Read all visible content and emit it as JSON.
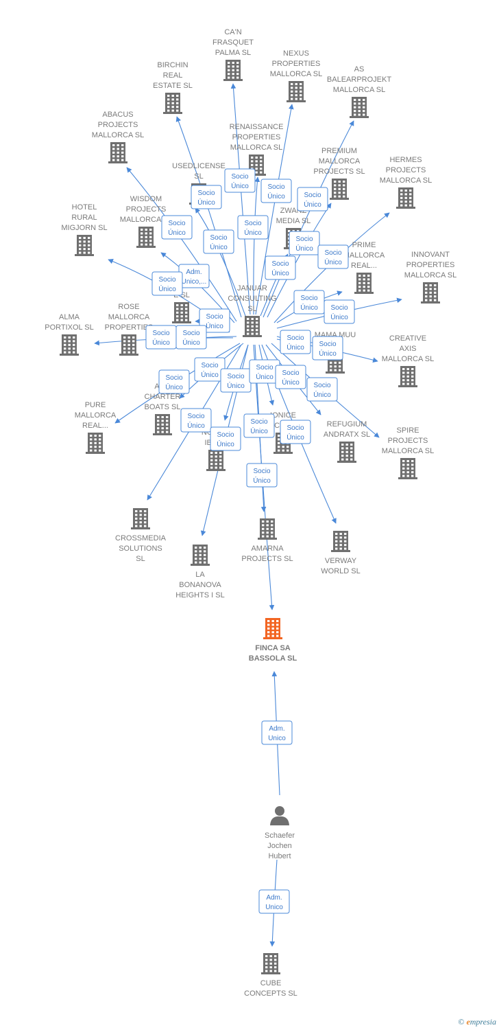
{
  "colors": {
    "edge": "#4a88d8",
    "node": "#6f6f6f",
    "focus": "#f26522",
    "label": "#7a7a7a"
  },
  "nodes": [
    {
      "id": "januar",
      "type": "company",
      "icon": "building-icon",
      "label": [
        "JANUAR",
        "CONSULTING",
        "SL"
      ]
    },
    {
      "id": "finca",
      "type": "company",
      "focus": true,
      "icon": "building-icon",
      "label": [
        "FINCA SA",
        "BASSOLA  SL"
      ]
    },
    {
      "id": "schaefer",
      "type": "person",
      "icon": "person-icon",
      "label": [
        "Schaefer",
        "Jochen",
        "Hubert"
      ]
    },
    {
      "id": "cube",
      "type": "company",
      "icon": "building-icon",
      "label": [
        "CUBE",
        "CONCEPTS  SL"
      ]
    },
    {
      "id": "canfrasquet",
      "type": "company",
      "icon": "building-icon",
      "label": [
        "CA'N",
        "FRASQUET",
        "PALMA  SL"
      ]
    },
    {
      "id": "nexus",
      "type": "company",
      "icon": "building-icon",
      "label": [
        "NEXUS",
        "PROPERTIES",
        "MALLORCA  SL"
      ]
    },
    {
      "id": "birchin",
      "type": "company",
      "icon": "building-icon",
      "label": [
        "BIRCHIN",
        "REAL",
        "ESTATE  SL"
      ]
    },
    {
      "id": "asbalear",
      "type": "company",
      "icon": "building-icon",
      "label": [
        "AS",
        "BALEARPROJEKT",
        "MALLORCA  SL"
      ]
    },
    {
      "id": "abacus",
      "type": "company",
      "icon": "building-icon",
      "label": [
        "ABACUS",
        "PROJECTS",
        "MALLORCA  SL"
      ]
    },
    {
      "id": "renaissance",
      "type": "company",
      "icon": "building-icon",
      "label": [
        "RENAISSANCE",
        "PROPERTIES",
        "MALLORCA  SL"
      ]
    },
    {
      "id": "premium",
      "type": "company",
      "icon": "building-icon",
      "label": [
        "PREMIUM",
        "MALLORCA",
        "PROJECTS  SL"
      ]
    },
    {
      "id": "hermes",
      "type": "company",
      "icon": "building-icon",
      "label": [
        "HERMES",
        "PROJECTS",
        "MALLORCA  SL"
      ]
    },
    {
      "id": "usedlicense",
      "type": "company",
      "icon": "building-icon",
      "label": [
        "USEDLICENSE",
        "SL"
      ]
    },
    {
      "id": "zwanz",
      "type": "company",
      "icon": "building-icon",
      "label": [
        "ZWANZ",
        "MEDIA  SL"
      ]
    },
    {
      "id": "wisdom",
      "type": "company",
      "icon": "building-icon",
      "label": [
        "WISDOM",
        "PROJECTS",
        "MALLORCA  SL"
      ]
    },
    {
      "id": "hotelrural",
      "type": "company",
      "icon": "building-icon",
      "label": [
        "HOTEL",
        "RURAL",
        "MIGJORN  SL"
      ]
    },
    {
      "id": "prime",
      "type": "company",
      "icon": "building-icon",
      "label": [
        "PRIME",
        "MALLORCA",
        "REAL..."
      ]
    },
    {
      "id": "innovant",
      "type": "company",
      "icon": "building-icon",
      "label": [
        "INNOVANT",
        "PROPERTIES",
        "MALLORCA  SL"
      ]
    },
    {
      "id": "e_sl",
      "type": "company",
      "icon": "building-icon",
      "label": [
        "E  SL"
      ]
    },
    {
      "id": "rose",
      "type": "company",
      "icon": "building-icon",
      "label": [
        "ROSE",
        "MALLORCA",
        "PROPERTIES"
      ]
    },
    {
      "id": "alma",
      "type": "company",
      "icon": "building-icon",
      "label": [
        "ALMA",
        "PORTIXOL  SL"
      ]
    },
    {
      "id": "mamamuu",
      "type": "company",
      "icon": "building-icon",
      "label": [
        "MAMA MUU",
        "SL"
      ]
    },
    {
      "id": "creative",
      "type": "company",
      "icon": "building-icon",
      "label": [
        "CREATIVE",
        "AXIS",
        "MALLORCA  SL"
      ]
    },
    {
      "id": "charter",
      "type": "company",
      "icon": "building-icon",
      "label": [
        "AND",
        "CHARTER",
        "BOATS  SL"
      ]
    },
    {
      "id": "pure",
      "type": "company",
      "icon": "building-icon",
      "label": [
        "PURE",
        "MALLORCA",
        "REAL..."
      ]
    },
    {
      "id": "ibiza",
      "type": "company",
      "icon": "building-icon",
      "label": [
        "NOTRIN",
        "IBIZA  I"
      ]
    },
    {
      "id": "ionice",
      "type": "company",
      "icon": "building-icon",
      "label": [
        "IONICE",
        "JECTS  SL"
      ]
    },
    {
      "id": "refugium",
      "type": "company",
      "icon": "building-icon",
      "label": [
        "REFUGIUM",
        "ANDRATX  SL"
      ]
    },
    {
      "id": "spire",
      "type": "company",
      "icon": "building-icon",
      "label": [
        "SPIRE",
        "PROJECTS",
        "MALLORCA  SL"
      ]
    },
    {
      "id": "crossmedia",
      "type": "company",
      "icon": "building-icon",
      "label": [
        "CROSSMEDIA",
        "SOLUTIONS",
        "SL"
      ]
    },
    {
      "id": "labonanova",
      "type": "company",
      "icon": "building-icon",
      "label": [
        "LA",
        "BONANOVA",
        "HEIGHTS I  SL"
      ]
    },
    {
      "id": "amarna",
      "type": "company",
      "icon": "building-icon",
      "label": [
        "AMARNA",
        "PROJECTS  SL"
      ]
    },
    {
      "id": "verway",
      "type": "company",
      "icon": "building-icon",
      "label": [
        "VERWAY",
        "WORLD  SL"
      ]
    }
  ],
  "edges": [
    {
      "from": "januar",
      "to": "canfrasquet",
      "label": [
        "Socio",
        "Único"
      ]
    },
    {
      "from": "januar",
      "to": "nexus",
      "label": [
        "Socio",
        "Único"
      ]
    },
    {
      "from": "januar",
      "to": "birchin",
      "label": [
        "Socio",
        "Único"
      ]
    },
    {
      "from": "januar",
      "to": "asbalear",
      "label": [
        "Socio",
        "Único"
      ]
    },
    {
      "from": "januar",
      "to": "abacus",
      "label": [
        "Socio",
        "Único"
      ]
    },
    {
      "from": "januar",
      "to": "renaissance",
      "label": [
        "Socio",
        "Único"
      ]
    },
    {
      "from": "januar",
      "to": "premium",
      "label": [
        "Socio",
        "Único"
      ]
    },
    {
      "from": "januar",
      "to": "hermes",
      "label": [
        "Socio",
        "Único"
      ]
    },
    {
      "from": "januar",
      "to": "usedlicense",
      "label": [
        "Socio",
        "Único"
      ]
    },
    {
      "from": "januar",
      "to": "zwanz",
      "label": [
        "Socio",
        "Único"
      ]
    },
    {
      "from": "januar",
      "to": "wisdom",
      "label": [
        "Adm.",
        "Unico,..."
      ]
    },
    {
      "from": "januar",
      "to": "hotelrural",
      "label": [
        "Socio",
        "Único"
      ]
    },
    {
      "from": "januar",
      "to": "prime",
      "label": [
        "Socio",
        "Único"
      ]
    },
    {
      "from": "januar",
      "to": "innovant",
      "label": [
        "Socio",
        "Único"
      ]
    },
    {
      "from": "januar",
      "to": "e_sl",
      "label": [
        "Socio",
        "Único"
      ]
    },
    {
      "from": "januar",
      "to": "rose",
      "label": [
        "Socio",
        "Único"
      ]
    },
    {
      "from": "januar",
      "to": "alma",
      "label": [
        "Socio",
        "Único"
      ]
    },
    {
      "from": "januar",
      "to": "mamamuu",
      "label": [
        "Socio",
        "Único"
      ]
    },
    {
      "from": "januar",
      "to": "creative",
      "label": [
        "Socio",
        "Único"
      ]
    },
    {
      "from": "januar",
      "to": "charter",
      "label": [
        "Socio",
        "Único"
      ]
    },
    {
      "from": "januar",
      "to": "pure",
      "label": [
        "Socio",
        "Único"
      ]
    },
    {
      "from": "januar",
      "to": "ibiza",
      "label": [
        "Socio",
        "Único"
      ]
    },
    {
      "from": "januar",
      "to": "ionice",
      "label": [
        "Socio",
        "Único"
      ]
    },
    {
      "from": "januar",
      "to": "refugium",
      "label": [
        "Socio",
        "Único"
      ]
    },
    {
      "from": "januar",
      "to": "spire",
      "label": [
        "Socio",
        "Único"
      ]
    },
    {
      "from": "januar",
      "to": "crossmedia",
      "label": [
        "Socio",
        "Único"
      ]
    },
    {
      "from": "januar",
      "to": "labonanova",
      "label": [
        "Socio",
        "Único"
      ]
    },
    {
      "from": "januar",
      "to": "amarna",
      "label": [
        "Socio",
        "Único"
      ]
    },
    {
      "from": "januar",
      "to": "verway",
      "label": [
        "Socio",
        "Único"
      ]
    },
    {
      "from": "januar",
      "to": "finca",
      "label": [
        "Socio",
        "Único"
      ]
    },
    {
      "from": "schaefer",
      "to": "finca",
      "label": [
        "Adm.",
        "Unico"
      ]
    },
    {
      "from": "schaefer",
      "to": "cube",
      "label": [
        "Adm.",
        "Unico"
      ]
    }
  ],
  "brand": {
    "copyright": "©",
    "initial": "e",
    "name": "mpresia"
  }
}
